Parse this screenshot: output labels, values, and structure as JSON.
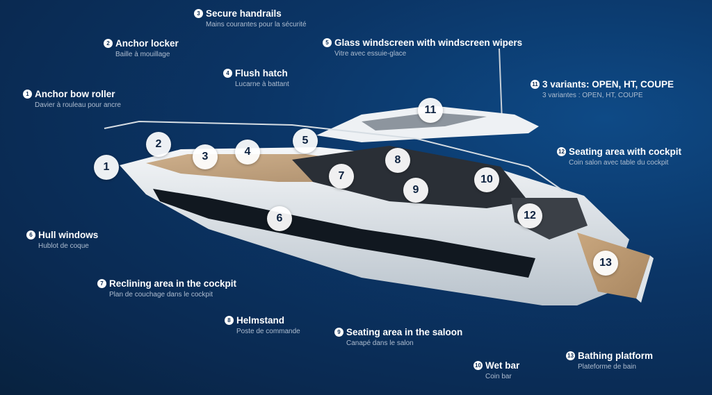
{
  "features": [
    {
      "num": "1",
      "title": "Anchor bow roller",
      "subtitle": "Davier à rouleau pour ancre"
    },
    {
      "num": "2",
      "title": "Anchor locker",
      "subtitle": "Baille à mouillage"
    },
    {
      "num": "3",
      "title": "Secure handrails",
      "subtitle": "Mains courantes pour la sécurité"
    },
    {
      "num": "4",
      "title": "Flush hatch",
      "subtitle": "Lucarne à battant"
    },
    {
      "num": "5",
      "title": "Glass windscreen with windscreen wipers",
      "subtitle": "Vitre avec essuie-glace"
    },
    {
      "num": "6",
      "title": "Hull windows",
      "subtitle": "Hublot de coque"
    },
    {
      "num": "7",
      "title": "Reclining area in the cockpit",
      "subtitle": "Plan de couchage dans le cockpit"
    },
    {
      "num": "8",
      "title": "Helmstand",
      "subtitle": "Poste de commande"
    },
    {
      "num": "9",
      "title": "Seating area in the saloon",
      "subtitle": "Canapé dans le salon"
    },
    {
      "num": "10",
      "title": "Wet bar",
      "subtitle": "Coin bar"
    },
    {
      "num": "11",
      "title": "3 variants: OPEN, HT, COUPE",
      "subtitle": "3 variantes : OPEN, HT, COUPE"
    },
    {
      "num": "12",
      "title": "Seating area with cockpit",
      "subtitle": "Coin salon avec table du cockpit"
    },
    {
      "num": "13",
      "title": "Bathing platform",
      "subtitle": "Plateforme de bain"
    }
  ],
  "colors": {
    "background": "#0a2a52",
    "accent": "#ffffff",
    "subtitle": "#aebdd0"
  }
}
